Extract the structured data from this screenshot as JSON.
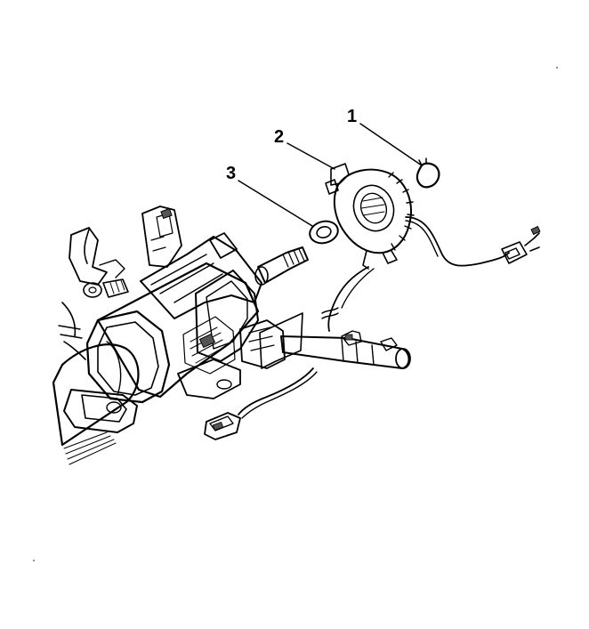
{
  "diagram": {
    "callouts": [
      {
        "label": "1",
        "part": "retaining-ring"
      },
      {
        "label": "2",
        "part": "inflatable-restraint-coil"
      },
      {
        "label": "3",
        "part": "washer"
      }
    ],
    "colors": {
      "line": "#000000",
      "background": "#ffffff",
      "shading": "#555555"
    }
  }
}
